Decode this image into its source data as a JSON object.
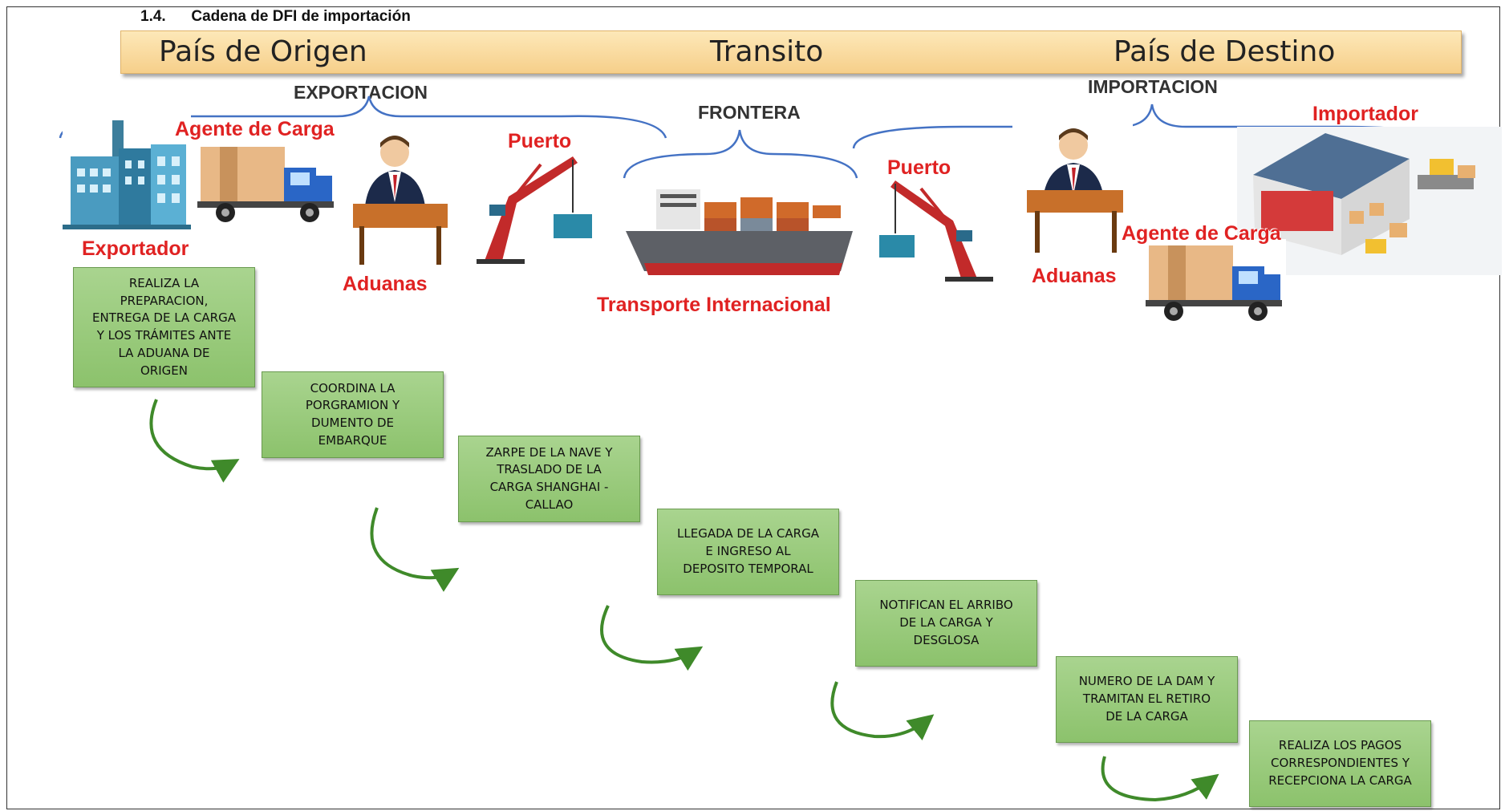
{
  "section_heading": "1.4.      Cadena de DFI de importación",
  "banner": {
    "origin": "País de Origen",
    "transit": "Transito",
    "destination": "País de Destino"
  },
  "groups": {
    "export": "EXPORTACION",
    "border": "FRONTERA",
    "import": "IMPORTACION"
  },
  "actors": {
    "exporter": "Exportador",
    "agent_origin": "Agente   de Carga",
    "customs_origin": "Aduanas",
    "port_origin": "Puerto",
    "transport": "Transporte Internacional",
    "port_destination": "Puerto",
    "customs_destination": "Aduanas",
    "agent_destination": "Agente   de Carga",
    "importer": "Importador"
  },
  "steps": [
    {
      "lines": [
        "REALIZA LA",
        "PREPARACION,",
        "ENTREGA DE LA CARGA",
        "Y LOS TRÁMITES ANTE",
        "LA ADUANA DE",
        "ORIGEN"
      ]
    },
    {
      "lines": [
        "COORDINA LA",
        "PORGRAMION Y",
        "DUMENTO DE",
        "EMBARQUE"
      ]
    },
    {
      "lines": [
        "ZARPE DE LA NAVE Y",
        "TRASLADO DE LA",
        "CARGA SHANGHAI -",
        "CALLAO"
      ]
    },
    {
      "lines": [
        "LLEGADA DE LA CARGA",
        "E INGRESO AL",
        "DEPOSITO TEMPORAL"
      ]
    },
    {
      "lines": [
        "NOTIFICAN EL ARRIBO",
        "DE LA CARGA Y",
        "DESGLOSA"
      ]
    },
    {
      "lines": [
        "NUMERO DE LA DAM Y",
        "TRAMITAN EL RETIRO",
        "DE LA CARGA"
      ]
    },
    {
      "lines": [
        "REALIZA LOS PAGOS",
        "CORRESPONDIENTES Y",
        "RECEPCIONA LA CARGA"
      ]
    }
  ],
  "colors": {
    "label_red": "#e02222",
    "box_green": "#9ccc7e",
    "arrow_green": "#3f8a2a",
    "brace_blue": "#4472c4"
  }
}
